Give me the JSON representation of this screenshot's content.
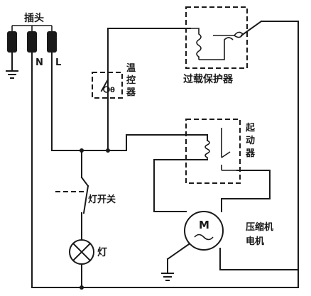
{
  "labels": {
    "plug": "插头",
    "neutral": "N",
    "live": "L",
    "thermostat_line1": "温",
    "thermostat_line2": "控",
    "thermostat_line3": "器",
    "thermostat_symbol": "θ",
    "overload_protector": "过载保护器",
    "starter_line1": "起",
    "starter_line2": "动",
    "starter_line3": "器",
    "lamp_switch": "灯开关",
    "lamp": "灯",
    "motor_symbol": "M",
    "compressor_line1": "压缩机",
    "compressor_line2": "电机"
  },
  "colors": {
    "ink": "#1a1a1a",
    "background": "#ffffff"
  }
}
